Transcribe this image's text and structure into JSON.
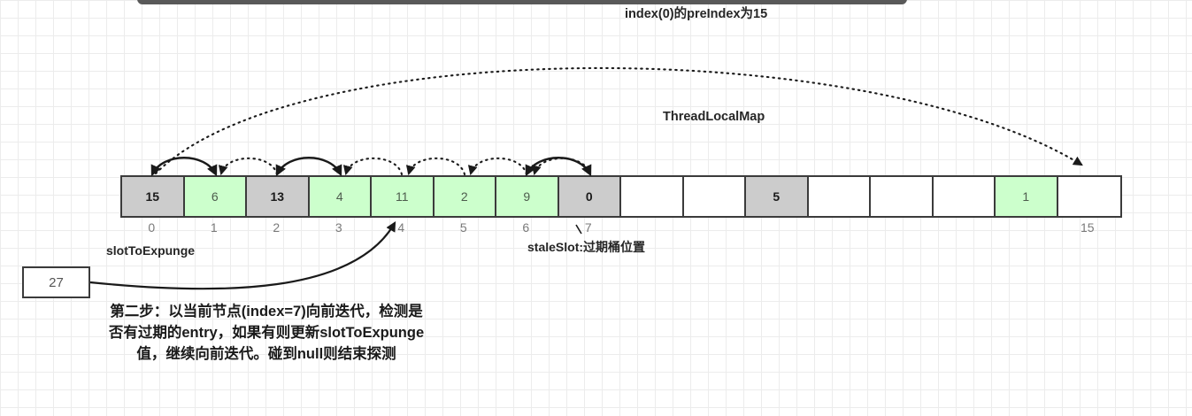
{
  "diagram": {
    "title_preindex": "index(0)的preIndex为15",
    "structure_label": "ThreadLocalMap",
    "slot_to_expunge_label": "slotToExpunge",
    "stale_slot_label": "staleSlot:过期桶位置",
    "value_box": "27",
    "caption": "第二步：以当前节点(index=7)向前迭代，检测是否有过期的entry，如果有则更新slotToExpunge值，继续向前迭代。碰到null则结束探测"
  },
  "colors": {
    "stale_fill": "#cccccc",
    "live_fill": "#ccffcc",
    "empty_fill": "#ffffff",
    "border": "#3b3b3b",
    "grid": "#ececec",
    "top_bar": "#595959"
  },
  "array": {
    "cells": [
      {
        "value": "15",
        "state": "gray"
      },
      {
        "value": "6",
        "state": "green"
      },
      {
        "value": "13",
        "state": "gray"
      },
      {
        "value": "4",
        "state": "green"
      },
      {
        "value": "11",
        "state": "green"
      },
      {
        "value": "2",
        "state": "green"
      },
      {
        "value": "9",
        "state": "green"
      },
      {
        "value": "0",
        "state": "gray"
      },
      {
        "value": "",
        "state": "empty"
      },
      {
        "value": "",
        "state": "empty"
      },
      {
        "value": "5",
        "state": "gray"
      },
      {
        "value": "",
        "state": "empty"
      },
      {
        "value": "",
        "state": "empty"
      },
      {
        "value": "",
        "state": "empty"
      },
      {
        "value": "1",
        "state": "green"
      },
      {
        "value": "",
        "state": "empty"
      }
    ],
    "indices": [
      "0",
      "1",
      "2",
      "3",
      "4",
      "5",
      "6",
      "7",
      "",
      "",
      "",
      "",
      "",
      "",
      "",
      "15"
    ]
  }
}
